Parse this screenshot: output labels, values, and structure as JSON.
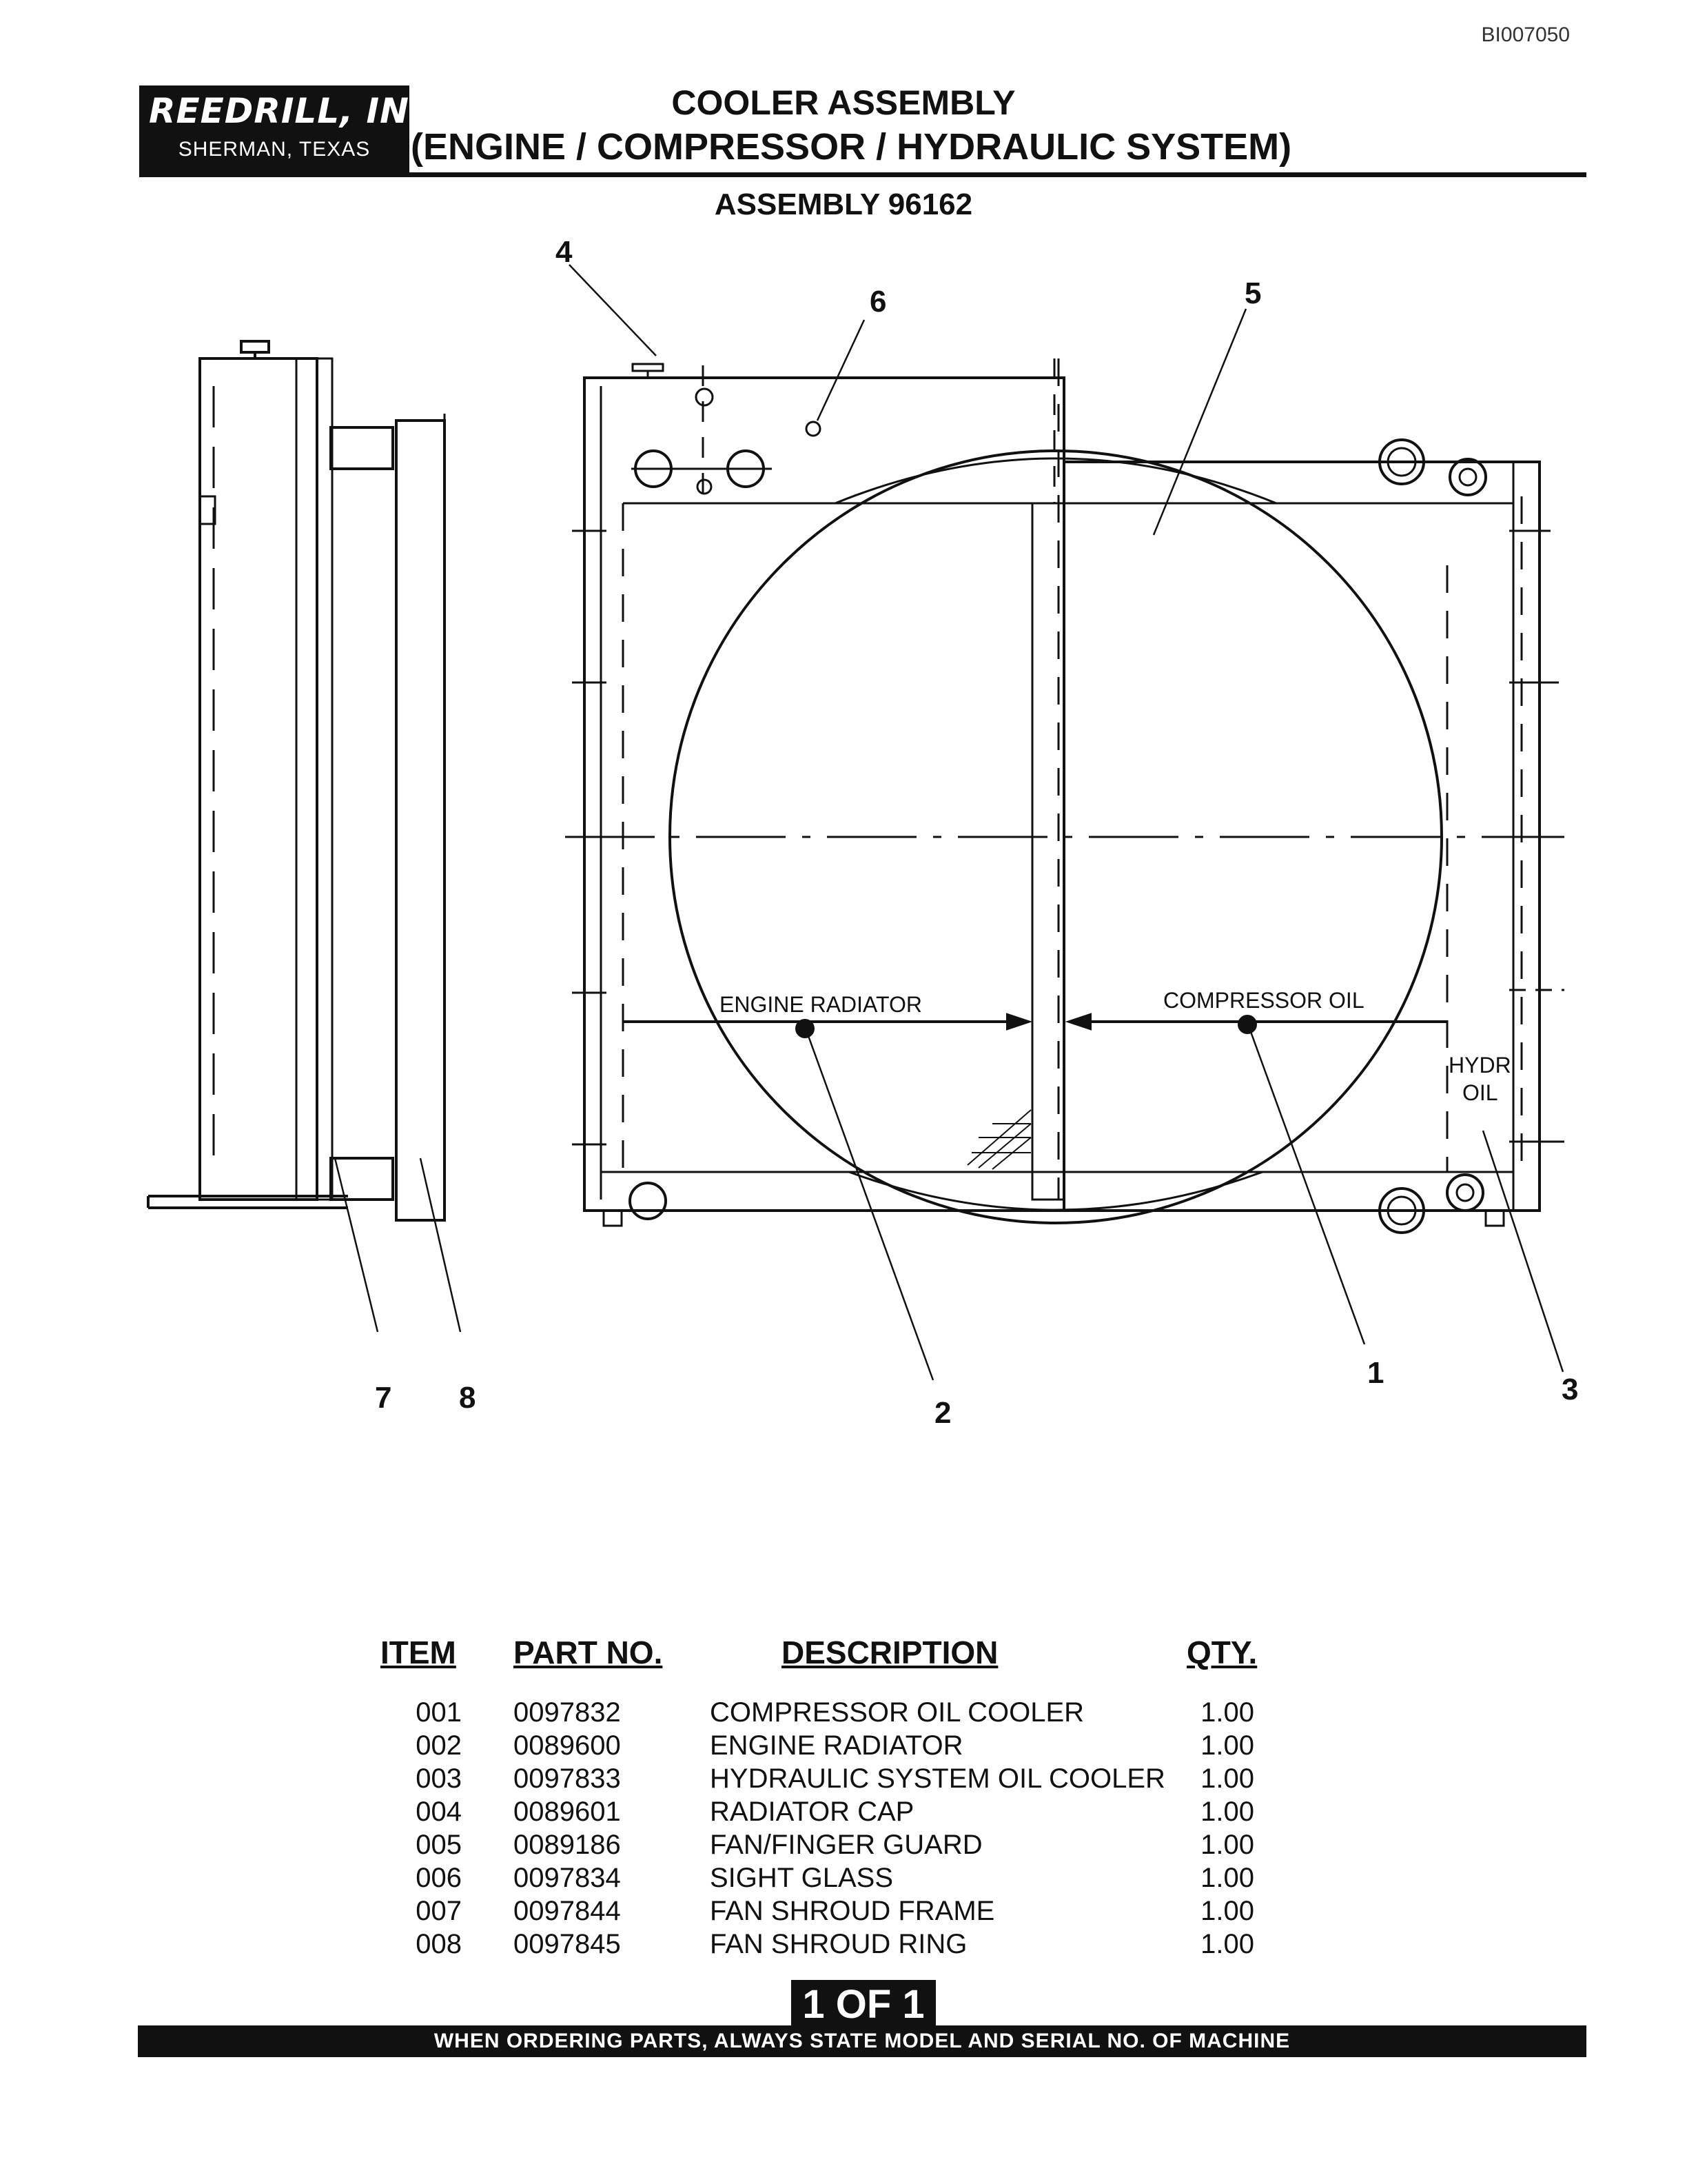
{
  "doc_code": "BI007050",
  "company": {
    "name": "REEDRILL, INC.",
    "location": "SHERMAN, TEXAS"
  },
  "title": {
    "line1": "COOLER ASSEMBLY",
    "line2": "(ENGINE / COMPRESSOR / HYDRAULIC SYSTEM)",
    "line3": "ASSEMBLY 96162"
  },
  "diagram": {
    "callouts": [
      "1",
      "2",
      "3",
      "4",
      "5",
      "6",
      "7",
      "8"
    ],
    "labels": {
      "engine_radiator": "ENGINE RADIATOR",
      "compressor_oil": "COMPRESSOR OIL",
      "hydr_oil_1": "HYDR",
      "hydr_oil_2": "OIL"
    }
  },
  "parts_table": {
    "headers": {
      "item": "ITEM",
      "part_no": "PART NO.",
      "description": "DESCRIPTION",
      "qty": "QTY."
    },
    "rows": [
      {
        "item": "001",
        "part_no": "0097832",
        "description": "COMPRESSOR OIL COOLER",
        "qty": "1.00"
      },
      {
        "item": "002",
        "part_no": "0089600",
        "description": "ENGINE RADIATOR",
        "qty": "1.00"
      },
      {
        "item": "003",
        "part_no": "0097833",
        "description": "HYDRAULIC SYSTEM OIL COOLER",
        "qty": "1.00"
      },
      {
        "item": "004",
        "part_no": "0089601",
        "description": "RADIATOR CAP",
        "qty": "1.00"
      },
      {
        "item": "005",
        "part_no": "0089186",
        "description": "FAN/FINGER GUARD",
        "qty": "1.00"
      },
      {
        "item": "006",
        "part_no": "0097834",
        "description": "SIGHT GLASS",
        "qty": "1.00"
      },
      {
        "item": "007",
        "part_no": "0097844",
        "description": "FAN SHROUD FRAME",
        "qty": "1.00"
      },
      {
        "item": "008",
        "part_no": "0097845",
        "description": "FAN SHROUD RING",
        "qty": "1.00"
      }
    ]
  },
  "page_indicator": "1 OF 1",
  "footer_note": "WHEN ORDERING PARTS, ALWAYS STATE MODEL AND SERIAL NO. OF MACHINE"
}
